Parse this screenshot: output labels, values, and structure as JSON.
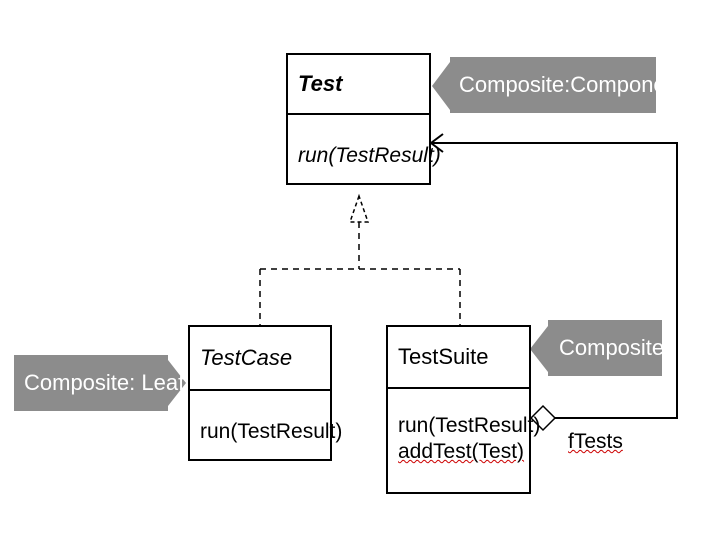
{
  "classes": {
    "test": {
      "name": "Test",
      "operations": [
        "run(TestResult)"
      ]
    },
    "testcase": {
      "name": "TestCase",
      "operations": [
        "run(TestResult)"
      ]
    },
    "testsuite": {
      "name": "TestSuite",
      "operations": [
        "run(TestResult)",
        "addTest(Test)"
      ]
    }
  },
  "callouts": {
    "component": "Composite:Component",
    "composite": "Composite",
    "leaf": "Composite: Leaf"
  },
  "association": {
    "role": "fTests"
  },
  "colors": {
    "callout_bg": "#8c8c8c",
    "callout_text": "#ffffff",
    "line": "#000000",
    "spell_underline": "#cc0000"
  }
}
